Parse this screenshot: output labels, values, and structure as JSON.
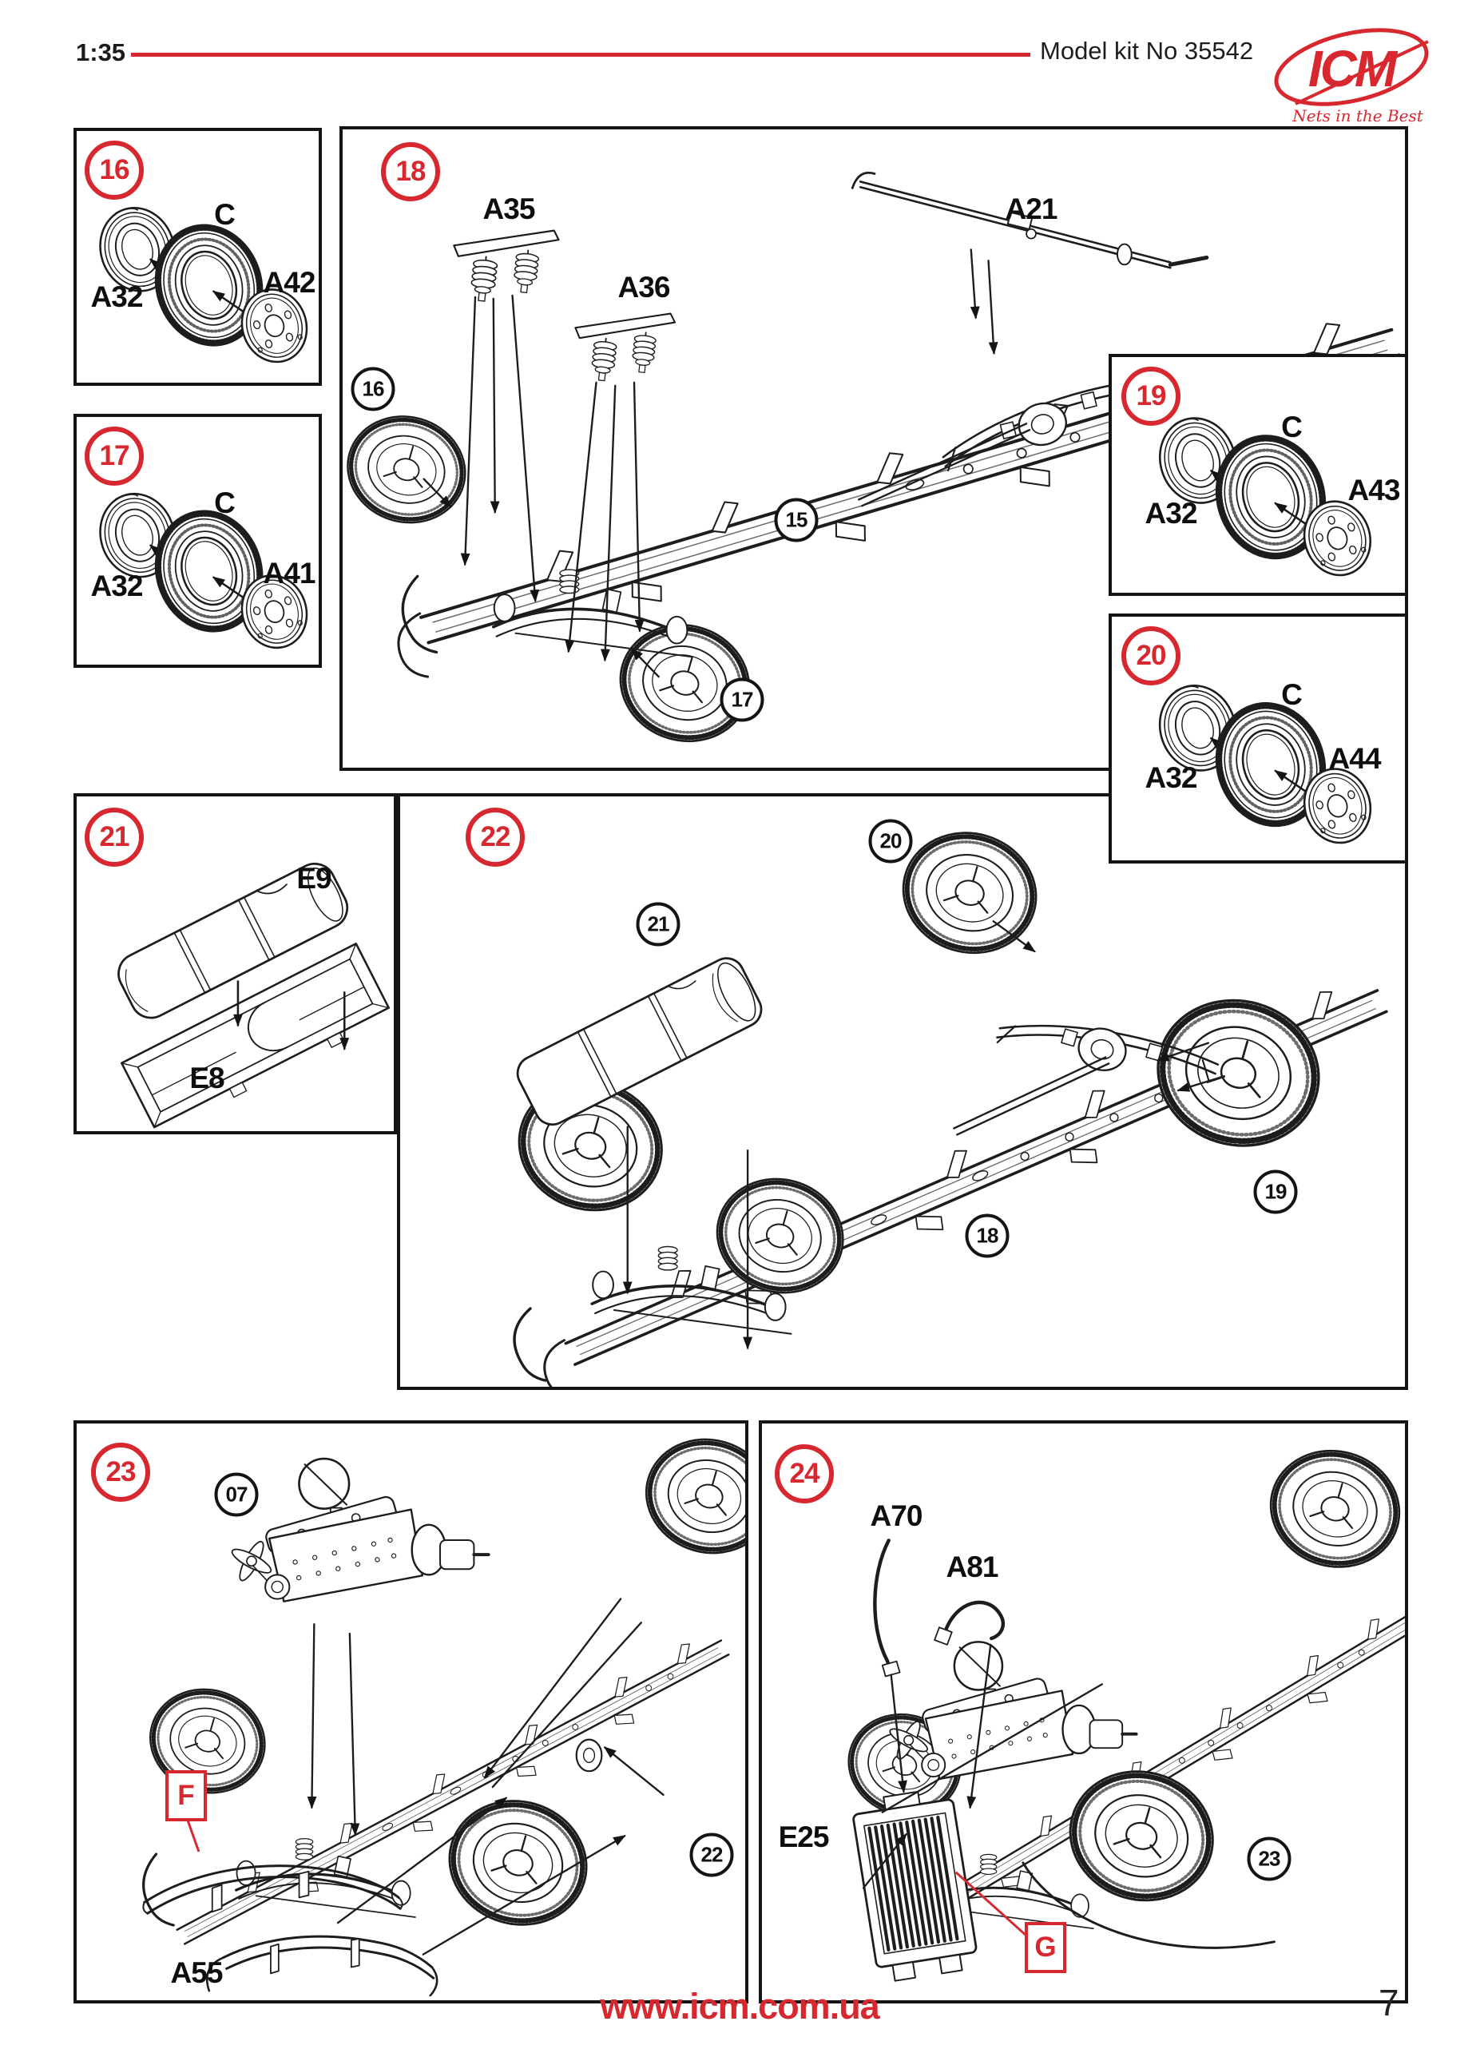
{
  "colors": {
    "accent": "#d7282f",
    "ink": "#1a1a1a"
  },
  "header": {
    "scale": "1:35",
    "kit_no": "Model kit No 35542",
    "logo_text": "ICM",
    "logo_tagline": "Nets in the Best"
  },
  "footer": {
    "website": "www.icm.com.ua",
    "page_number": "7"
  },
  "steps": {
    "s16": {
      "num": "16",
      "rim_label": "A32",
      "tire_label": "C",
      "hub_label": "A42"
    },
    "s17": {
      "num": "17",
      "rim_label": "A32",
      "tire_label": "C",
      "hub_label": "A41"
    },
    "s18": {
      "num": "18",
      "shock_front_label": "A35",
      "shock_rear_label": "A36",
      "steering_rod_label": "A21",
      "ref_wheel_16": "16",
      "ref_chassis_15": "15",
      "ref_wheel_17": "17"
    },
    "s19": {
      "num": "19",
      "rim_label": "A32",
      "tire_label": "C",
      "hub_label": "A43"
    },
    "s20": {
      "num": "20",
      "rim_label": "A32",
      "tire_label": "C",
      "hub_label": "A44"
    },
    "s21": {
      "num": "21",
      "cover_label": "E9",
      "tray_label": "E8"
    },
    "s22": {
      "num": "22",
      "ref_wheel_20": "20",
      "ref_tank_21": "21",
      "ref_chassis_18": "18",
      "ref_wheel_19": "19"
    },
    "s23": {
      "num": "23",
      "ref_engine_07": "07",
      "bumper_label": "A55",
      "callout_f": "F",
      "ref_chassis_22": "22"
    },
    "s24": {
      "num": "24",
      "pipe_a70_label": "A70",
      "pipe_a81_label": "A81",
      "radiator_label": "E25",
      "callout_g": "G",
      "ref_chassis_23": "23"
    }
  }
}
